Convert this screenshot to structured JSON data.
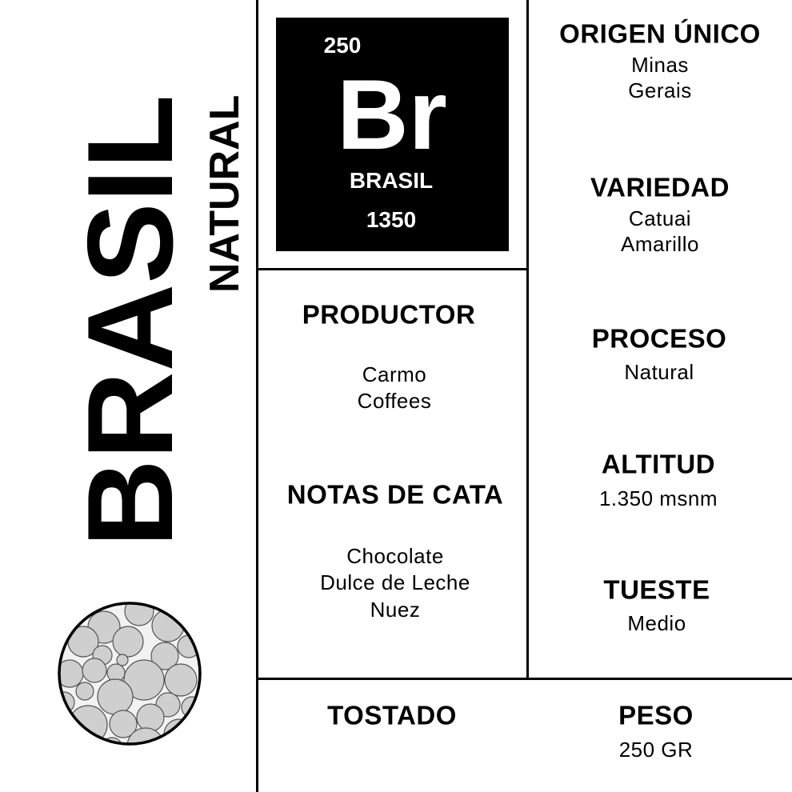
{
  "title": {
    "main": "BRASIL",
    "sub": "NATURAL"
  },
  "element": {
    "number": "250",
    "symbol": "Br",
    "name": "BRASIL",
    "mass": "1350"
  },
  "productor": {
    "label": "PRODUCTOR",
    "lines": [
      "Carmo",
      "Coffees"
    ]
  },
  "notas": {
    "label": "NOTAS DE CATA",
    "lines": [
      "Chocolate",
      "Dulce de Leche",
      "Nuez"
    ]
  },
  "origen": {
    "label": "ORIGEN ÚNICO",
    "lines": [
      "Minas",
      "Gerais"
    ]
  },
  "variedad": {
    "label": "VARIEDAD",
    "lines": [
      "Catuai",
      "Amarillo"
    ]
  },
  "proceso": {
    "label": "PROCESO",
    "lines": [
      "Natural"
    ]
  },
  "altitud": {
    "label": "ALTITUD",
    "lines": [
      "1.350 msnm"
    ]
  },
  "tueste": {
    "label": "TUESTE",
    "lines": [
      "Medio"
    ]
  },
  "tostado": {
    "label": "TOSTADO"
  },
  "peso": {
    "label": "PESO",
    "lines": [
      "250 GR"
    ]
  },
  "icon": "coffee-bubbles-circle-icon"
}
